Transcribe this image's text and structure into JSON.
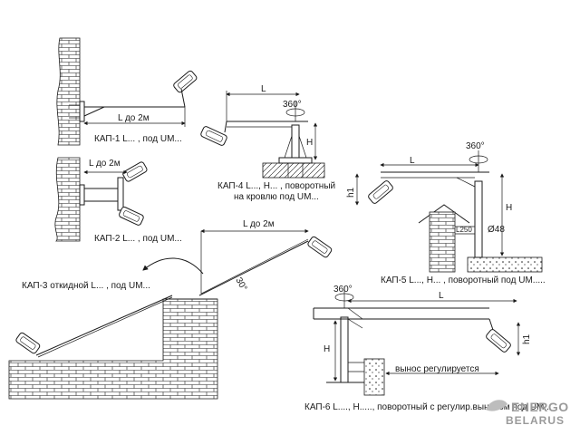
{
  "kap1": {
    "caption": "КАП-1 L... , под UM...",
    "dim": "L до 2м"
  },
  "kap2": {
    "caption": "КАП-2 L... , под UM...",
    "dim": "L до 2м"
  },
  "kap3": {
    "caption": "КАП-3 откидной L... , под UM...",
    "dim": "L до 2м",
    "angle": "30°"
  },
  "kap4": {
    "caption_line1": "КАП-4 L..., H... , поворотный",
    "caption_line2": "на кровлю под UM...",
    "dim_l": "L",
    "dim_h": "H",
    "rotation": "360°"
  },
  "kap5": {
    "caption": "КАП-5 L..., H... , поворотный под UM.....",
    "dim_l": "L",
    "dim_h": "H",
    "dim_h1": "h1",
    "rotation": "360°",
    "diameter": "Ø48",
    "pipe_len": "L250"
  },
  "kap6": {
    "caption": "КАП-6 L...., H....., поворотный с регулир.выносом под UM...",
    "dim_l": "L",
    "dim_h": "H",
    "dim_h1": "h1",
    "rotation": "360°",
    "reach": "вынос регулируется"
  },
  "logo": {
    "main": "ENERGO",
    "sub": "BELARUS"
  },
  "colors": {
    "line": "#1a1a1a",
    "paper": "#ffffff",
    "logo": "#9a9a9a"
  }
}
